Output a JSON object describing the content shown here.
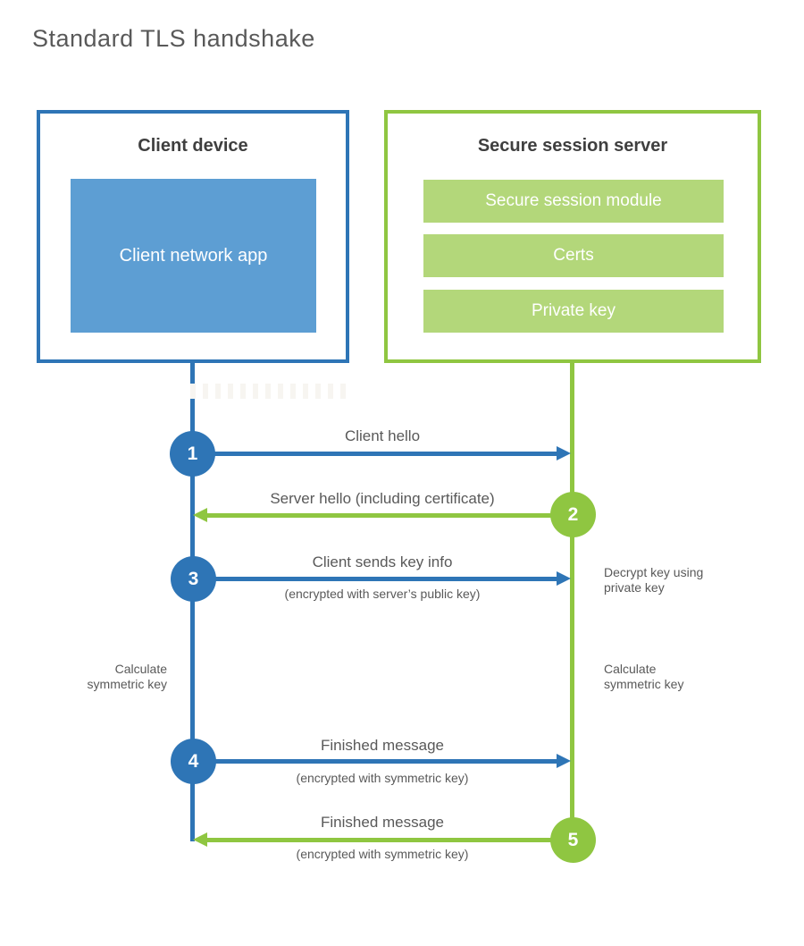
{
  "title": "Standard TLS handshake",
  "colors": {
    "blue_dark": "#2E75B6",
    "blue_fill": "#5D9ED3",
    "green_primary": "#8FC641",
    "green_light": "#B3D77A",
    "heading_text": "#3F3F3F",
    "label_text": "#595959",
    "background": "#FFFFFF"
  },
  "client_box": {
    "title": "Client device",
    "app": "Client network app"
  },
  "server_box": {
    "title": "Secure session server",
    "modules": [
      {
        "label": "Secure session module"
      },
      {
        "label": "Certs"
      },
      {
        "label": "Private key"
      }
    ]
  },
  "messages": [
    {
      "num": "1",
      "from": "client",
      "to": "server",
      "label": "Client hello",
      "sublabel": ""
    },
    {
      "num": "2",
      "from": "server",
      "to": "client",
      "label": "Server hello (including certificate)",
      "sublabel": ""
    },
    {
      "num": "3",
      "from": "client",
      "to": "server",
      "label": "Client sends key info",
      "sublabel": "(encrypted with server’s public key)"
    },
    {
      "num": "4",
      "from": "client",
      "to": "server",
      "label": "Finished message",
      "sublabel": "(encrypted with symmetric key)"
    },
    {
      "num": "5",
      "from": "server",
      "to": "client",
      "label": "Finished message",
      "sublabel": "(encrypted with symmetric key)"
    }
  ],
  "notes": {
    "decrypt": {
      "line1": "Decrypt key using",
      "line2": "private key"
    },
    "calc_left": {
      "line1": "Calculate",
      "line2": "symmetric key"
    },
    "calc_right": {
      "line1": "Calculate",
      "line2": "symmetric key"
    }
  }
}
